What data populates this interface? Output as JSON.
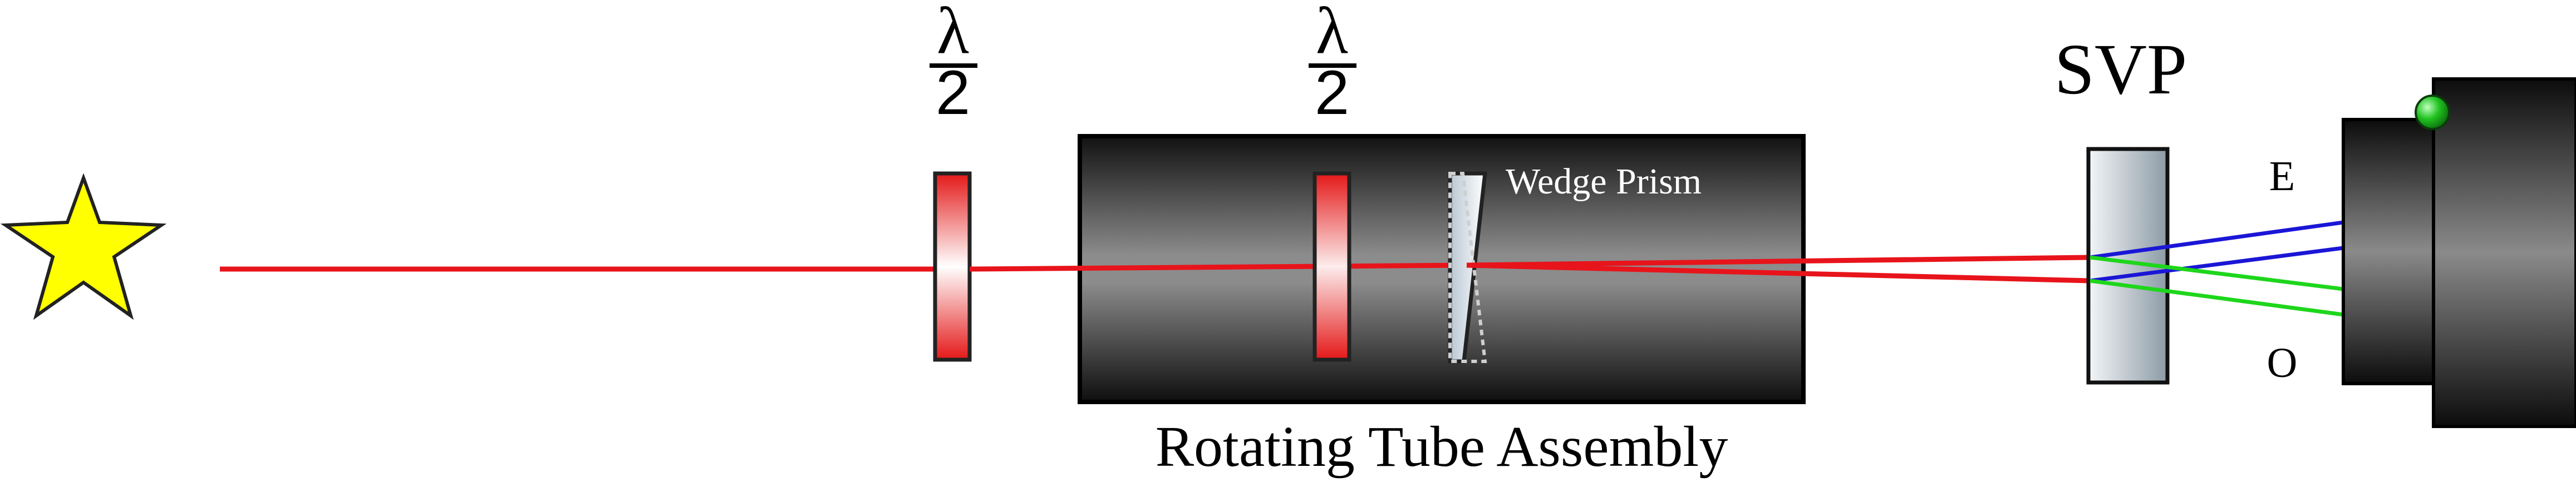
{
  "labels": {
    "halfwave_numerator": "λ",
    "halfwave_denominator": "2",
    "tube_label": "Rotating Tube Assembly",
    "wedge_label": "Wedge Prism",
    "svp_label": "SVP",
    "e_label": "E",
    "o_label": "O"
  },
  "colors": {
    "beam": "#e8141b",
    "e_beam": "#1b16d6",
    "o_beam": "#1ed61b",
    "star": "#ffff00",
    "waveplate": "#e51a1a",
    "tube_dark": "#151515",
    "indicator": "#22c322"
  },
  "icons": {
    "source": "star-icon",
    "indicator": "green-led-icon"
  }
}
